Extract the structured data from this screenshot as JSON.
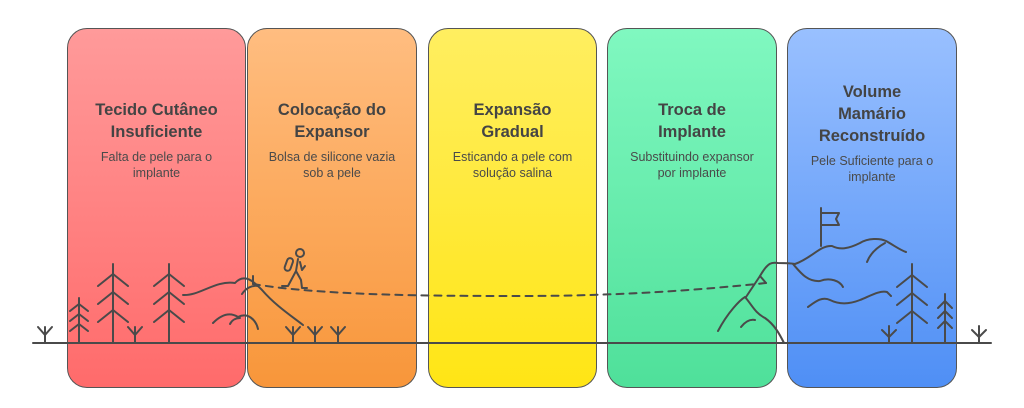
{
  "steps": [
    {
      "title_line1": "Tecido Cutâneo",
      "title_line2": "Insuficiente",
      "title_line3": "",
      "desc_line1": "Falta de pele para o",
      "desc_line2": "implante",
      "color": "#ff7a7a"
    },
    {
      "title_line1": "Colocação do",
      "title_line2": "Expansor",
      "title_line3": "",
      "desc_line1": "Bolsa de silicone vazia",
      "desc_line2": "sob a pele",
      "color": "#f9a04a"
    },
    {
      "title_line1": "Expansão",
      "title_line2": "Gradual",
      "title_line3": "",
      "desc_line1": "Esticando a pele com",
      "desc_line2": "solução salina",
      "color": "#ffe830"
    },
    {
      "title_line1": "Troca de",
      "title_line2": "Implante",
      "title_line3": "",
      "desc_line1": "Substituindo expansor",
      "desc_line2": "por implante",
      "color": "#5ee8a8"
    },
    {
      "title_line1": "Volume",
      "title_line2": "Mamário",
      "title_line3": "Reconstruído",
      "desc_line1": "Pele Suficiente para o",
      "desc_line2": "implante",
      "color": "#6aa2fa"
    }
  ],
  "icons": [
    "pine-tree",
    "grass-sprout",
    "hiker",
    "mountain",
    "summit-flag"
  ]
}
